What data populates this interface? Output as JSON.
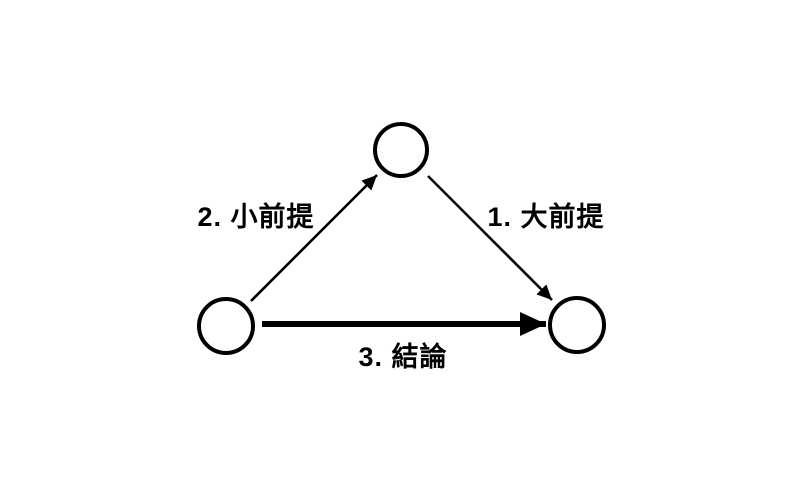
{
  "diagram": {
    "type": "triangle-flow",
    "colors": {
      "background": "#ffffff",
      "line": "#000000",
      "text": "#000000"
    },
    "nodes": [
      {
        "id": "top"
      },
      {
        "id": "bottom-left"
      },
      {
        "id": "bottom-right"
      }
    ],
    "edges": [
      {
        "label": "2. 小前提",
        "from": "bottom-left",
        "to": "top",
        "style": "thin-arrow"
      },
      {
        "label": "1. 大前提",
        "from": "top",
        "to": "bottom-right",
        "style": "thin-arrow"
      },
      {
        "label": "3. 結論",
        "from": "bottom-left",
        "to": "bottom-right",
        "style": "thick-arrow"
      }
    ]
  }
}
